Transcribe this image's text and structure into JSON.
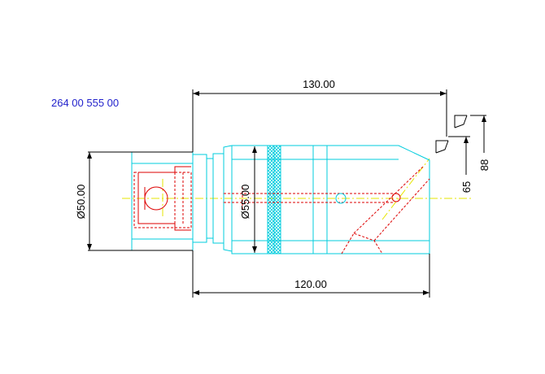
{
  "drawing": {
    "part_number": "264 00 555 00",
    "colors": {
      "part_number": "#2222cc",
      "outline": "#00ccdd",
      "hidden": "#dd0000",
      "centerline": "#e6e600",
      "dimension": "#000000",
      "background": "#ffffff"
    }
  },
  "dimensions": {
    "overall_length": "130.00",
    "body_length": "120.00",
    "shank_diameter": "Ø50.00",
    "body_diameter": "Ø55.00",
    "height_a": "65",
    "height_b": "88"
  }
}
